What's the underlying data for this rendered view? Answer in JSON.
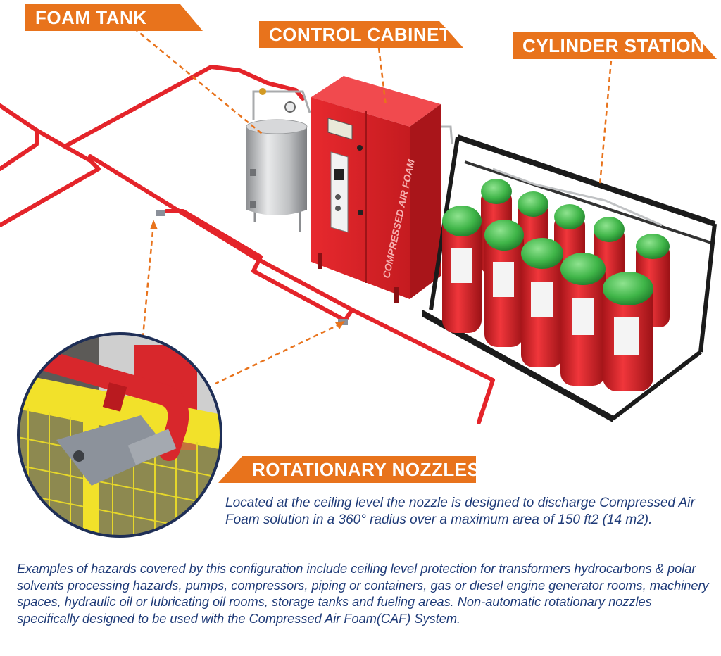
{
  "labels": {
    "foam_tank": "FOAM TANK",
    "control_cabinet": "CONTROL CABINET",
    "cylinder_station": "CYLINDER STATION",
    "rotationary_nozzles": "ROTATIONARY NOZZLES"
  },
  "cabinet_side_text": "COMPRESSED AIR FOAM",
  "nozzle_description": "Located at the ceiling level the nozzle is designed to discharge Compressed Air Foam solution in a 360° radius over a maximum area of 150 ft2 (14 m2).",
  "hazards_description": "Examples of hazards covered by this configuration include ceiling level protection for transformers hydrocarbons & polar solvents processing hazards, pumps, compressors, piping or containers, gas or diesel engine generator rooms, machinery spaces, hydraulic oil or lubricating oil rooms, storage tanks and fueling areas. Non-automatic rotationary nozzles specifically designed to be used with the Compressed Air Foam(CAF) System.",
  "colors": {
    "accent_orange": "#e8731c",
    "pipe_red": "#e4242a",
    "cylinder_green": "#3fb548",
    "text_blue": "#1f3b78",
    "rail_yellow": "#f2e12a"
  }
}
